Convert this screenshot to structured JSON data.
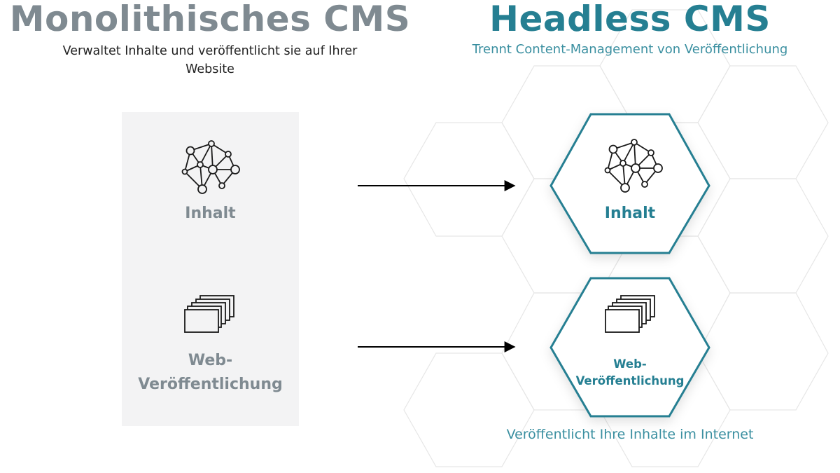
{
  "left": {
    "title": "Monolithisches CMS",
    "subtitle": "Verwaltet Inhalte und veröffentlicht sie auf Ihrer Website",
    "content_label": "Inhalt",
    "web_label": "Web-\nVeröffentlichung"
  },
  "right": {
    "title": "Headless CMS",
    "subtitle": "Trennt Content-Management von Veröffentlichung",
    "content_label": "Inhalt",
    "web_label": "Web-\nVeröffentlichung",
    "footer": "Veröffentlicht Ihre Inhalte im Internet"
  },
  "colors": {
    "left_accent": "#7f8a91",
    "right_accent": "#257f92",
    "panel_bg": "#f3f3f4",
    "hex_grid": "#e6e6e6"
  },
  "icons": {
    "content": "network-icon",
    "web": "stacked-pages-icon"
  }
}
